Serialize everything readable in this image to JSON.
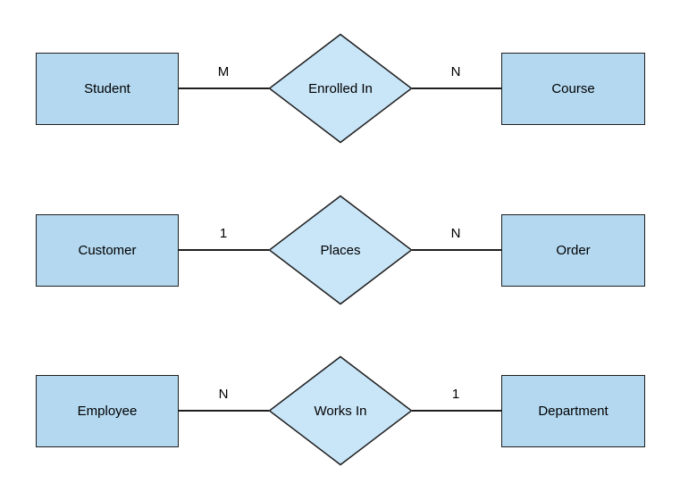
{
  "colors": {
    "canvas": "#FFFFFF",
    "entity-fill": "#B3D8F0",
    "relation-fill": "#C9E5F8",
    "border": "#1F1F1F",
    "text": "#000000"
  },
  "rows": [
    {
      "left_entity": "Student",
      "left_cardinality": "M",
      "relation": "Enrolled In",
      "right_cardinality": "N",
      "right_entity": "Course"
    },
    {
      "left_entity": "Customer",
      "left_cardinality": "1",
      "relation": "Places",
      "right_cardinality": "N",
      "right_entity": "Order"
    },
    {
      "left_entity": "Employee",
      "left_cardinality": "N",
      "relation": "Works In",
      "right_cardinality": "1",
      "right_entity": "Department"
    }
  ]
}
